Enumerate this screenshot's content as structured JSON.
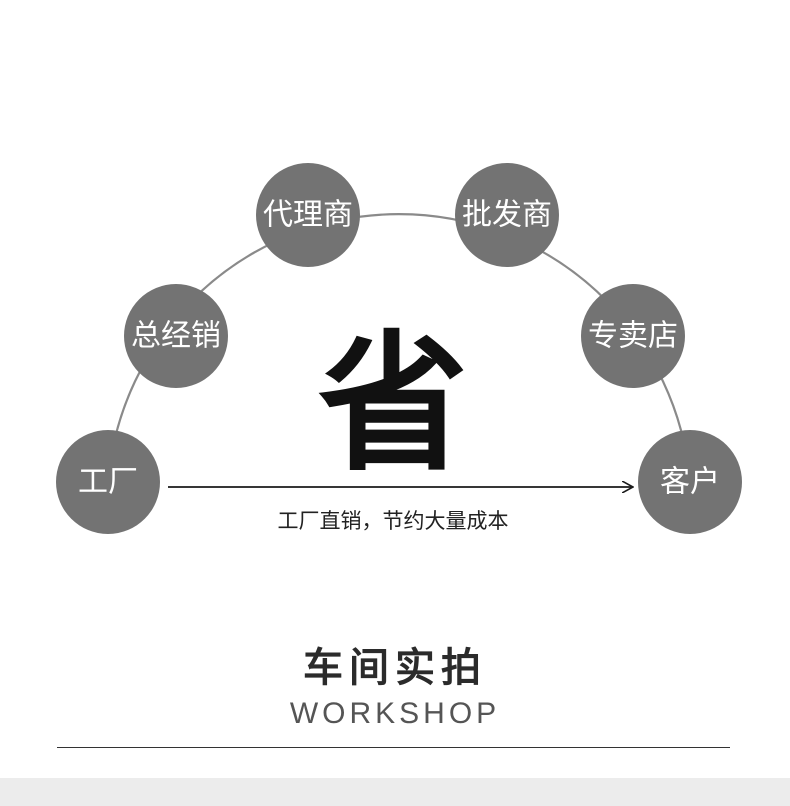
{
  "diagram": {
    "nodes": [
      {
        "id": "factory",
        "label": "工厂"
      },
      {
        "id": "general-distributor",
        "label": "总经销"
      },
      {
        "id": "agent",
        "label": "代理商"
      },
      {
        "id": "wholesaler",
        "label": "批发商"
      },
      {
        "id": "specialty-store",
        "label": "专卖店"
      },
      {
        "id": "customer",
        "label": "客户"
      }
    ],
    "center_char": "省",
    "caption": "工厂直销，节约大量成本",
    "colors": {
      "node_fill": "#737373",
      "arc_stroke": "#8a8a8a",
      "arrow": "#1a1a1a"
    }
  },
  "section": {
    "title": "车间实拍",
    "subtitle": "WORKSHOP"
  }
}
